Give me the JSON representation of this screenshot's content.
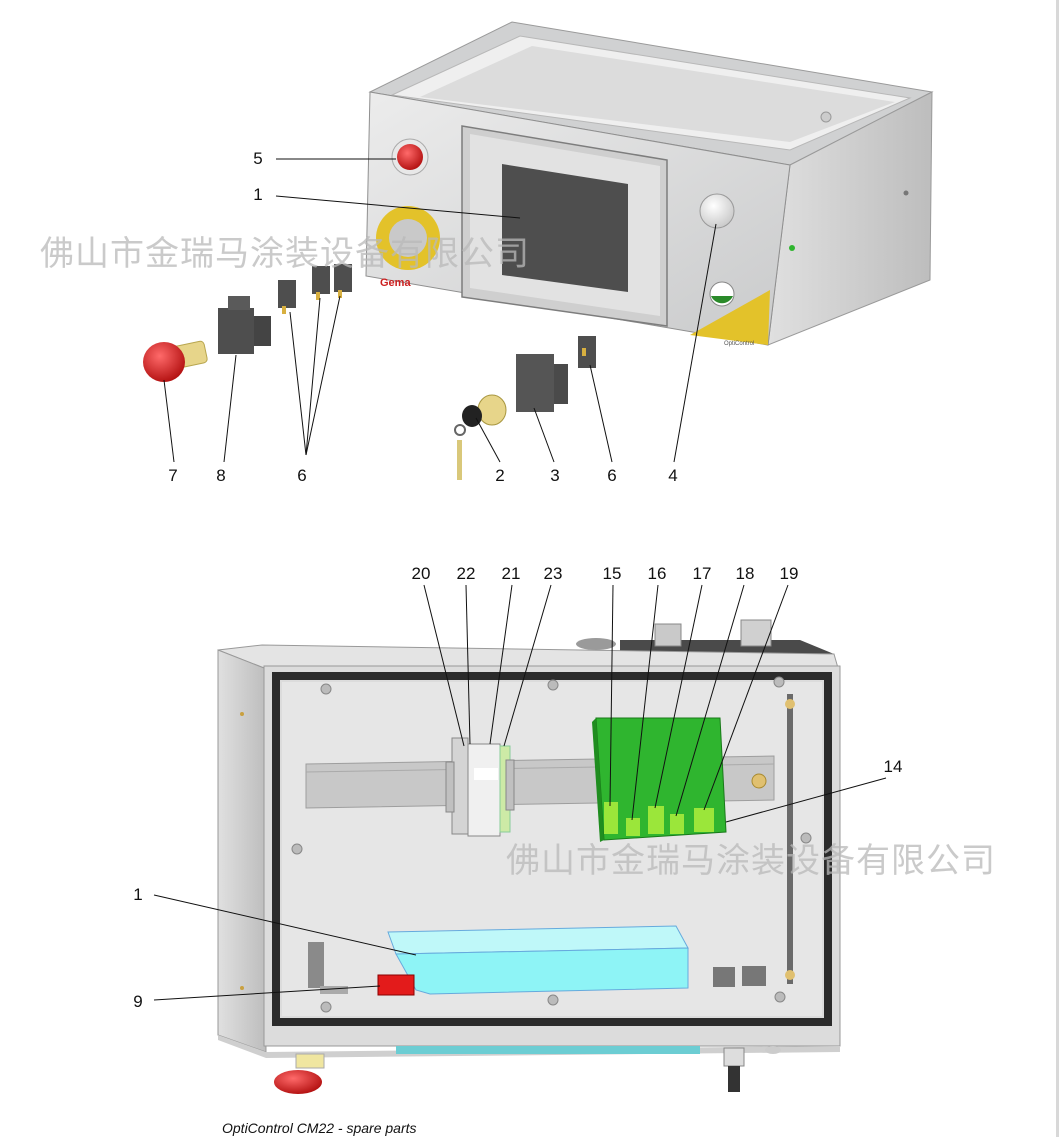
{
  "caption": "OptiControl CM22 - spare parts",
  "watermark_top": "佛山市金瑞马涂装设备有限公司",
  "watermark_bottom": "佛山市金瑞马涂装设备有限公司",
  "brand_label": "Gema",
  "product_label": "OptiControl",
  "top_callouts": [
    "5",
    "1",
    "7",
    "8",
    "6",
    "2",
    "3",
    "6",
    "4"
  ],
  "bottom_callouts": [
    "20",
    "22",
    "21",
    "23",
    "15",
    "16",
    "17",
    "18",
    "19",
    "14",
    "1",
    "9"
  ],
  "colors": {
    "housing": "#d9dadb",
    "emergency_red": "#d42020",
    "green_block": "#2fb52f",
    "cyan_module": "#8ef4f6",
    "yellow_ring": "#e3c22a"
  }
}
